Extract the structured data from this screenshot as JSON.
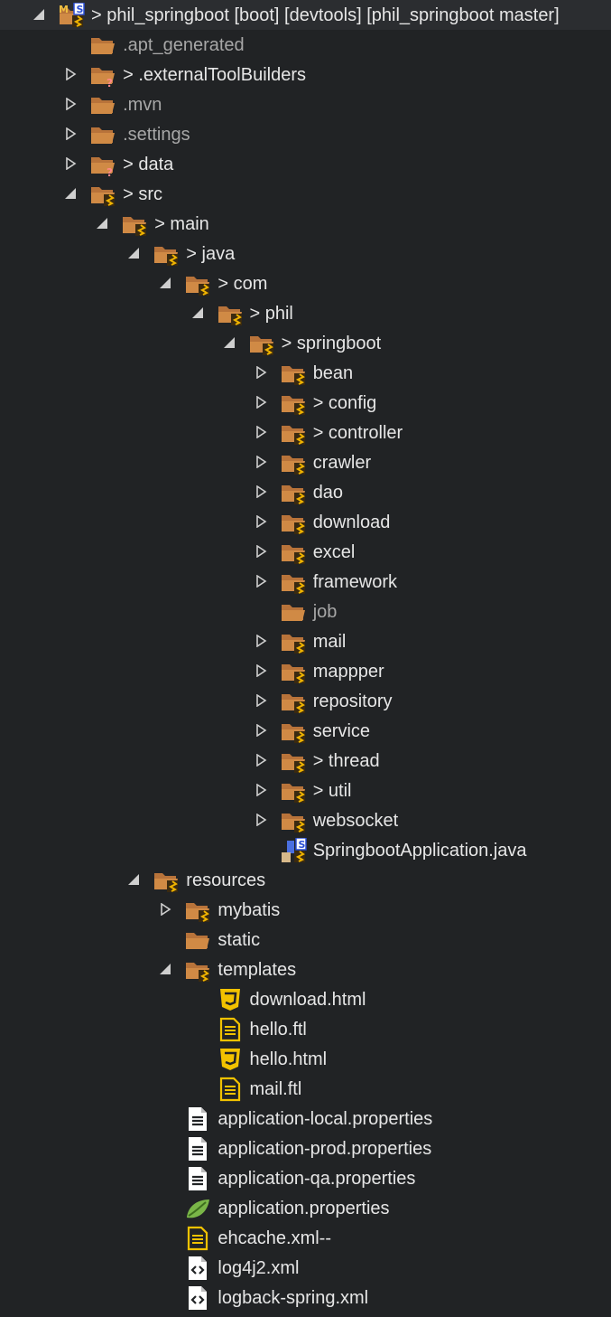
{
  "colors": {
    "background": "#212325",
    "text": "#e6e6e6",
    "dim_text": "#a7a7a7",
    "folder": "#d08a45",
    "folder_back": "#b8733a",
    "badge": "#f0b400",
    "html_yellow": "#f2c200",
    "toggle": "#cfcfcf"
  },
  "tree": [
    {
      "label": "> phil_springboot [boot] [devtools] [phil_springboot master]",
      "icon": "project-icon",
      "toggle": "expanded",
      "depth": 0,
      "dim": false
    },
    {
      "label": ".apt_generated",
      "icon": "folder-icon",
      "toggle": "none",
      "depth": 1,
      "dim": true
    },
    {
      "label": "> .externalToolBuilders",
      "icon": "folder-unknown-icon",
      "toggle": "collapsed",
      "depth": 1,
      "dim": false
    },
    {
      "label": ".mvn",
      "icon": "folder-icon",
      "toggle": "collapsed",
      "depth": 1,
      "dim": true
    },
    {
      "label": ".settings",
      "icon": "folder-icon",
      "toggle": "collapsed",
      "depth": 1,
      "dim": true
    },
    {
      "label": "> data",
      "icon": "folder-unknown-icon",
      "toggle": "collapsed",
      "depth": 1,
      "dim": false
    },
    {
      "label": "> src",
      "icon": "folder-git-icon",
      "toggle": "expanded",
      "depth": 1,
      "dim": false
    },
    {
      "label": "> main",
      "icon": "folder-git-icon",
      "toggle": "expanded",
      "depth": 2,
      "dim": false
    },
    {
      "label": "> java",
      "icon": "folder-git-icon",
      "toggle": "expanded",
      "depth": 3,
      "dim": false
    },
    {
      "label": "> com",
      "icon": "folder-git-icon",
      "toggle": "expanded",
      "depth": 4,
      "dim": false
    },
    {
      "label": "> phil",
      "icon": "folder-git-icon",
      "toggle": "expanded",
      "depth": 5,
      "dim": false
    },
    {
      "label": "> springboot",
      "icon": "folder-git-icon",
      "toggle": "expanded",
      "depth": 6,
      "dim": false
    },
    {
      "label": "bean",
      "icon": "folder-git-icon",
      "toggle": "collapsed",
      "depth": 7,
      "dim": false
    },
    {
      "label": "> config",
      "icon": "folder-git-icon",
      "toggle": "collapsed",
      "depth": 7,
      "dim": false
    },
    {
      "label": "> controller",
      "icon": "folder-git-icon",
      "toggle": "collapsed",
      "depth": 7,
      "dim": false
    },
    {
      "label": "crawler",
      "icon": "folder-git-icon",
      "toggle": "collapsed",
      "depth": 7,
      "dim": false
    },
    {
      "label": "dao",
      "icon": "folder-git-icon",
      "toggle": "collapsed",
      "depth": 7,
      "dim": false
    },
    {
      "label": "download",
      "icon": "folder-git-icon",
      "toggle": "collapsed",
      "depth": 7,
      "dim": false
    },
    {
      "label": "excel",
      "icon": "folder-git-icon",
      "toggle": "collapsed",
      "depth": 7,
      "dim": false
    },
    {
      "label": "framework",
      "icon": "folder-git-icon",
      "toggle": "collapsed",
      "depth": 7,
      "dim": false
    },
    {
      "label": "job",
      "icon": "folder-icon",
      "toggle": "none",
      "depth": 7,
      "dim": true
    },
    {
      "label": "mail",
      "icon": "folder-git-icon",
      "toggle": "collapsed",
      "depth": 7,
      "dim": false
    },
    {
      "label": "mappper",
      "icon": "folder-git-icon",
      "toggle": "collapsed",
      "depth": 7,
      "dim": false
    },
    {
      "label": "repository",
      "icon": "folder-git-icon",
      "toggle": "collapsed",
      "depth": 7,
      "dim": false
    },
    {
      "label": "service",
      "icon": "folder-git-icon",
      "toggle": "collapsed",
      "depth": 7,
      "dim": false
    },
    {
      "label": "> thread",
      "icon": "folder-git-icon",
      "toggle": "collapsed",
      "depth": 7,
      "dim": false
    },
    {
      "label": "> util",
      "icon": "folder-git-icon",
      "toggle": "collapsed",
      "depth": 7,
      "dim": false
    },
    {
      "label": "websocket",
      "icon": "folder-git-icon",
      "toggle": "collapsed",
      "depth": 7,
      "dim": false
    },
    {
      "label": "SpringbootApplication.java",
      "icon": "java-file-icon",
      "toggle": "none",
      "depth": 7,
      "dim": false
    },
    {
      "label": "resources",
      "icon": "folder-git-icon",
      "toggle": "expanded",
      "depth": 3,
      "dim": false
    },
    {
      "label": "mybatis",
      "icon": "folder-git-icon",
      "toggle": "collapsed",
      "depth": 4,
      "dim": false
    },
    {
      "label": "static",
      "icon": "folder-icon",
      "toggle": "none",
      "depth": 4,
      "dim": false
    },
    {
      "label": "templates",
      "icon": "folder-git-icon",
      "toggle": "expanded",
      "depth": 4,
      "dim": false
    },
    {
      "label": "download.html",
      "icon": "html-file-icon",
      "toggle": "none",
      "depth": 5,
      "dim": false
    },
    {
      "label": "hello.ftl",
      "icon": "ftl-file-icon",
      "toggle": "none",
      "depth": 5,
      "dim": false
    },
    {
      "label": "hello.html",
      "icon": "html-file-icon",
      "toggle": "none",
      "depth": 5,
      "dim": false
    },
    {
      "label": "mail.ftl",
      "icon": "ftl-file-icon",
      "toggle": "none",
      "depth": 5,
      "dim": false
    },
    {
      "label": "application-local.properties",
      "icon": "properties-file-icon",
      "toggle": "none",
      "depth": 4,
      "dim": false
    },
    {
      "label": "application-prod.properties",
      "icon": "properties-file-icon",
      "toggle": "none",
      "depth": 4,
      "dim": false
    },
    {
      "label": "application-qa.properties",
      "icon": "properties-file-icon",
      "toggle": "none",
      "depth": 4,
      "dim": false
    },
    {
      "label": "application.properties",
      "icon": "spring-properties-icon",
      "toggle": "none",
      "depth": 4,
      "dim": false
    },
    {
      "label": "ehcache.xml--",
      "icon": "text-file-yellow-icon",
      "toggle": "none",
      "depth": 4,
      "dim": false
    },
    {
      "label": "log4j2.xml",
      "icon": "xml-file-icon",
      "toggle": "none",
      "depth": 4,
      "dim": false
    },
    {
      "label": "logback-spring.xml",
      "icon": "xml-file-icon",
      "toggle": "none",
      "depth": 4,
      "dim": false
    }
  ]
}
